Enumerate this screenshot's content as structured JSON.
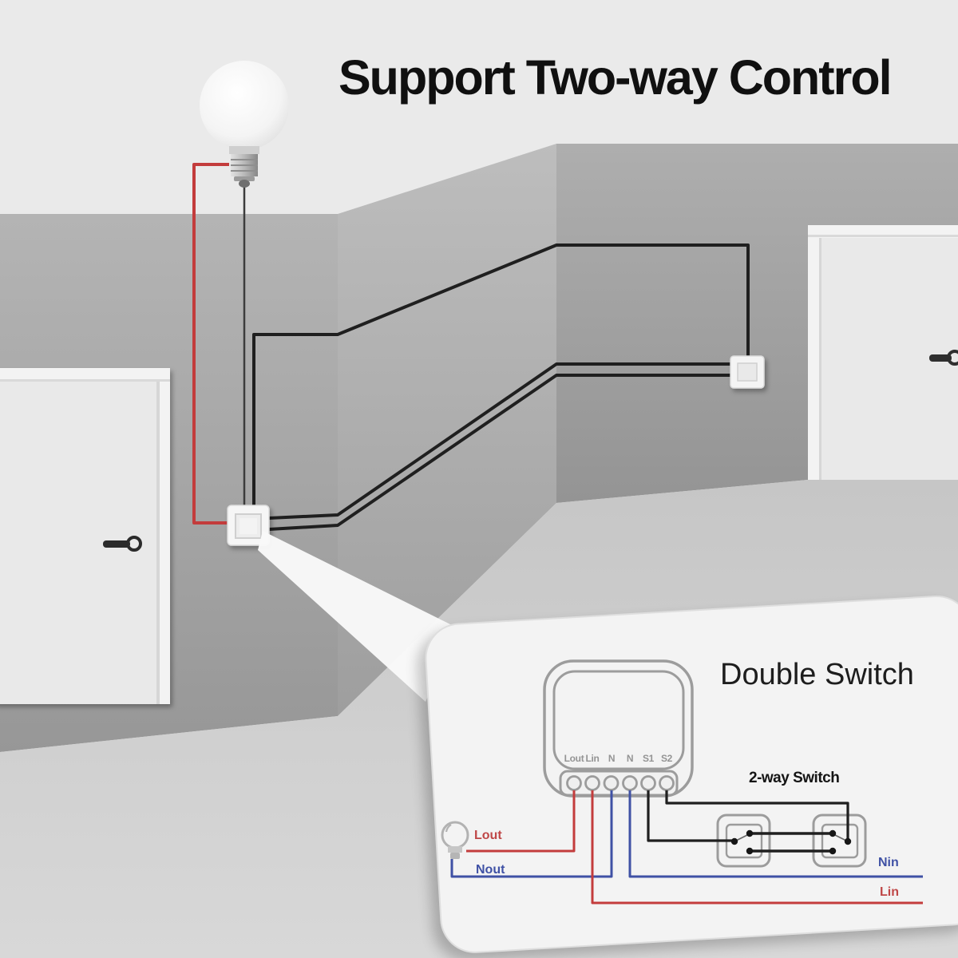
{
  "title": "Support Two-way Control",
  "scene": {
    "description_icons": {
      "bulb": "light-bulb-icon",
      "left_door_handle": "door-handle-icon",
      "right_door_handle": "door-handle-icon",
      "wall_switch_left": "wall-switch",
      "wall_switch_right": "wall-switch"
    },
    "wire_colors": {
      "live": "#c33c3c",
      "switch_loop": "#1f1f1f"
    }
  },
  "callout": {
    "heading": "Double Switch",
    "switch_label": "2-way Switch",
    "module": {
      "terminals": [
        "Lout",
        "Lin",
        "N",
        "N",
        "S1",
        "S2"
      ]
    },
    "wire_labels": {
      "lout": "Lout",
      "nout": "Nout",
      "nin": "Nin",
      "lin": "Lin"
    },
    "colors": {
      "live": "#c33c3c",
      "neutral": "#3f51a5",
      "switch": "#1f1f1f"
    }
  }
}
